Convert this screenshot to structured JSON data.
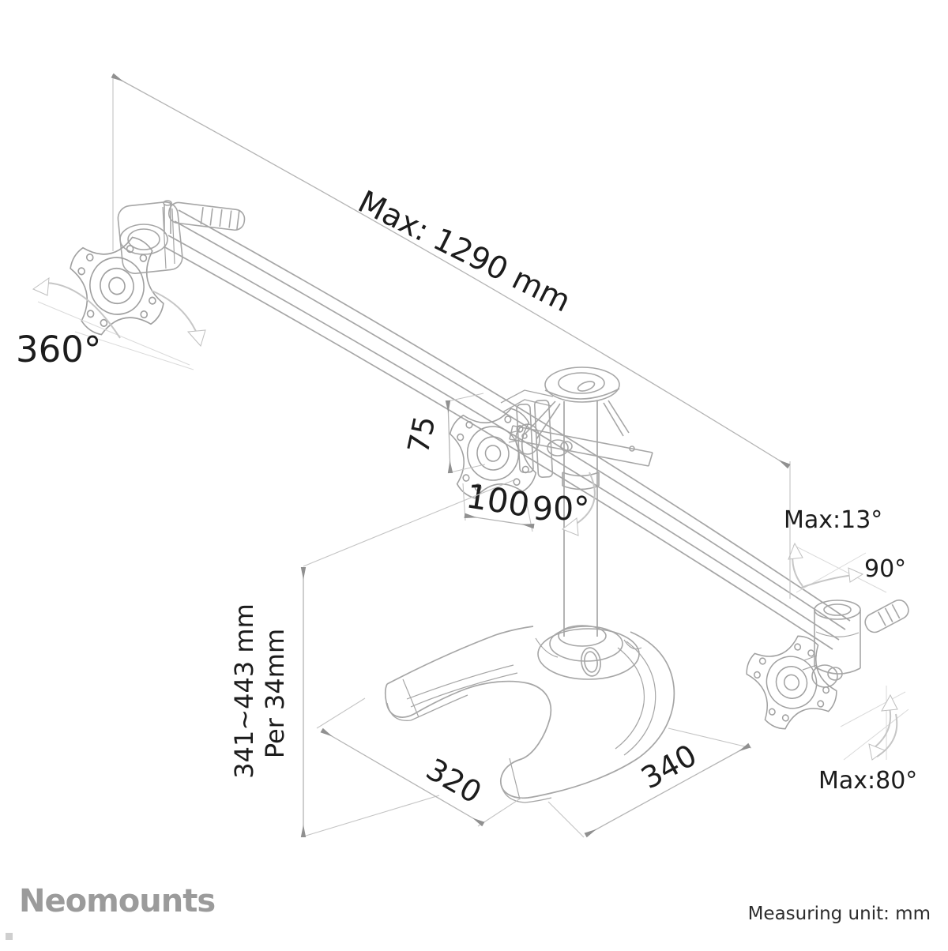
{
  "drawing": {
    "labels": {
      "max_width": "Max: 1290 mm",
      "rotation_360": "360°",
      "vesa_75": "75",
      "vesa_100": "100",
      "rotation_90_center": "90°",
      "tilt_max_13": "Max:13°",
      "rotation_90_right": "90°",
      "height_range": "341~443 mm",
      "height_step": "Per 34mm",
      "base_depth_320": "320",
      "base_width_340": "340",
      "tilt_max_80": "Max:80°"
    },
    "line_color": "#a6a6a6",
    "dim_color": "#b4b4b4",
    "text_color": "#1c1c1c"
  },
  "footer": {
    "brand": "Neomounts",
    "measuring_unit": "Measuring unit: mm",
    "brand_color": "#9b9b9b"
  }
}
